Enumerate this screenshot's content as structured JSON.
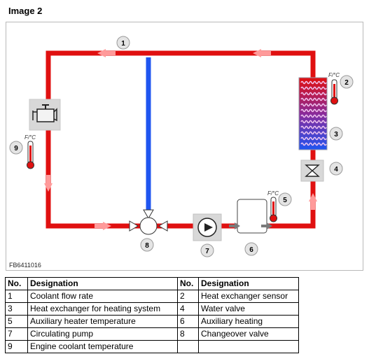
{
  "page": {
    "title": "Image 2"
  },
  "figure": {
    "code": "FB6411016",
    "temp_units": "F/°C"
  },
  "callouts": [
    "1",
    "2",
    "3",
    "4",
    "5",
    "6",
    "7",
    "8",
    "9"
  ],
  "legend": {
    "headers": {
      "no": "No.",
      "designation": "Designation"
    },
    "rows": [
      {
        "no1": "1",
        "des1": "Coolant flow rate",
        "no2": "2",
        "des2": "Heat exchanger sensor"
      },
      {
        "no1": "3",
        "des1": "Heat exchanger for heating system",
        "no2": "4",
        "des2": "Water valve"
      },
      {
        "no1": "5",
        "des1": "Auxiliary heater temperature",
        "no2": "6",
        "des2": "Auxiliary heating"
      },
      {
        "no1": "7",
        "des1": "Circulating pump",
        "no2": "8",
        "des2": "Changeover valve"
      },
      {
        "no1": "9",
        "des1": "Engine coolant temperature",
        "no2": "",
        "des2": ""
      }
    ]
  },
  "colors": {
    "pipe_hot": "#e01010",
    "pipe_cold": "#1f55f0",
    "callout_fill": "#e4e4e4",
    "frame": "#b9b9b9"
  }
}
